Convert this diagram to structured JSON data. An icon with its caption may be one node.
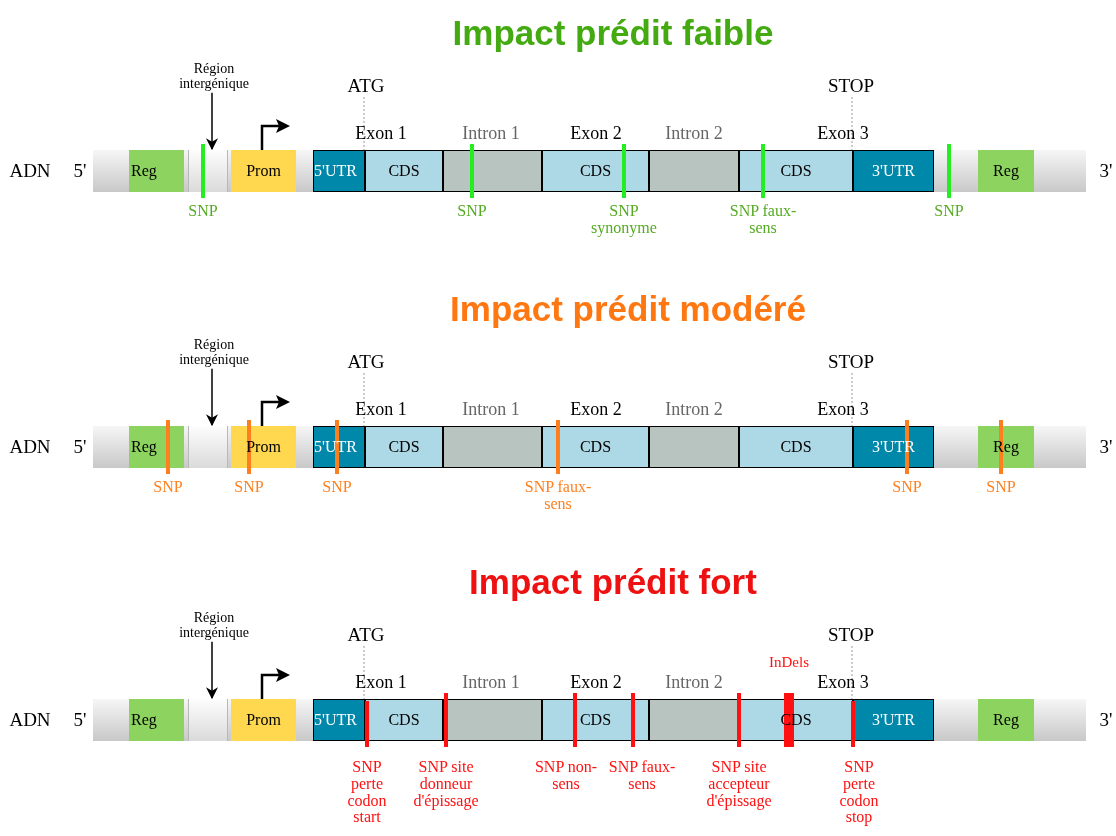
{
  "diagram": {
    "nodes": [
      {
        "text": [
          "Région intergénique"
        ]
      },
      {
        "text": [
          "ATG"
        ]
      },
      {
        "text": [
          "STOP"
        ]
      },
      {
        "text": [
          "Reg"
        ]
      },
      {
        "text": [],
        "shape": "box"
      },
      {
        "text": [
          "Prom"
        ]
      },
      {
        "text": [
          "5'UTR"
        ]
      },
      {
        "text": [
          "CDS"
        ]
      },
      {
        "text": [],
        "shape": "box"
      },
      {
        "text": [
          "CDS"
        ]
      },
      {
        "text": [],
        "shape": "box"
      },
      {
        "text": [
          "CDS"
        ]
      },
      {
        "text": [
          "3'UTR"
        ]
      },
      {
        "text": [
          "Reg"
        ]
      },
      {
        "text": [
          "Région intergénique"
        ]
      },
      {
        "text": [
          "ATG"
        ]
      },
      {
        "text": [
          "STOP"
        ]
      },
      {
        "text": [
          "Reg"
        ]
      },
      {
        "text": [],
        "shape": "box"
      },
      {
        "text": [
          "Prom"
        ]
      },
      {
        "text": [
          "5'UTR"
        ]
      },
      {
        "text": [
          "CDS"
        ]
      },
      {
        "text": [],
        "shape": "box"
      },
      {
        "text": [
          "CDS"
        ]
      },
      {
        "text": [],
        "shape": "box"
      },
      {
        "text": [
          "CDS"
        ]
      },
      {
        "text": [
          "3'UTR"
        ]
      },
      {
        "text": [
          "Reg"
        ]
      },
      {
        "text": [
          "Région intergénique"
        ]
      },
      {
        "text": [
          "ATG"
        ]
      },
      {
        "text": [
          "STOP"
        ]
      },
      {
        "text": [
          "Reg"
        ]
      },
      {
        "text": [],
        "shape": "box"
      },
      {
        "text": [
          "Prom"
        ]
      },
      {
        "text": [
          "5'UTR"
        ]
      },
      {
        "text": [
          "CDS"
        ]
      },
      {
        "text": [],
        "shape": "box"
      },
      {
        "text": [
          "CDS"
        ]
      },
      {
        "text": [],
        "shape": "box"
      },
      {
        "text": [
          "CDS"
        ]
      },
      {
        "text": [
          "3'UTR"
        ]
      },
      {
        "text": [
          "Reg"
        ]
      }
    ],
    "edges": [
      {
        "from": 0,
        "to": 4,
        "arrow": "to",
        "color": "#000000"
      },
      {
        "from": 1,
        "to": 6,
        "arrow": "none",
        "style": "dashed"
      },
      {
        "from": 2,
        "to": 12,
        "arrow": "none",
        "style": "dashed"
      },
      {
        "from": 14,
        "to": 18,
        "arrow": "to",
        "color": "#000000"
      },
      {
        "from": 15,
        "to": 20,
        "arrow": "none",
        "style": "dashed"
      },
      {
        "from": 16,
        "to": 26,
        "arrow": "none",
        "style": "dashed"
      },
      {
        "from": 28,
        "to": 32,
        "arrow": "to",
        "color": "#000000"
      },
      {
        "from": 29,
        "to": 34,
        "arrow": "none",
        "style": "dashed"
      },
      {
        "from": 30,
        "to": 40,
        "arrow": "none",
        "style": "dashed"
      }
    ],
    "labels": [
      "Impact prédit faible",
      "Exon 1",
      "Intron 1",
      "Exon 2",
      "Intron 2",
      "Exon 3",
      "ADN",
      "5'",
      "3'",
      "SNP",
      "SNP",
      "SNP synonyme",
      "SNP faux-sens",
      "SNP",
      "Impact prédit modéré",
      "Exon 1",
      "Intron 1",
      "Exon 2",
      "Intron 2",
      "Exon 3",
      "ADN",
      "5'",
      "3'",
      "SNP",
      "SNP",
      "SNP",
      "SNP faux-sens",
      "SNP",
      "SNP",
      "Impact prédit fort",
      "InDels",
      "Exon 1",
      "Intron 1",
      "Exon 2",
      "Intron 2",
      "Exon 3",
      "ADN",
      "5'",
      "3'",
      "SNP perte codon start",
      "SNP site donneur d'épissage",
      "SNP non-sens",
      "SNP faux-sens",
      "SNP site accepteur d'épissage",
      "SNP perte codon stop"
    ]
  }
}
